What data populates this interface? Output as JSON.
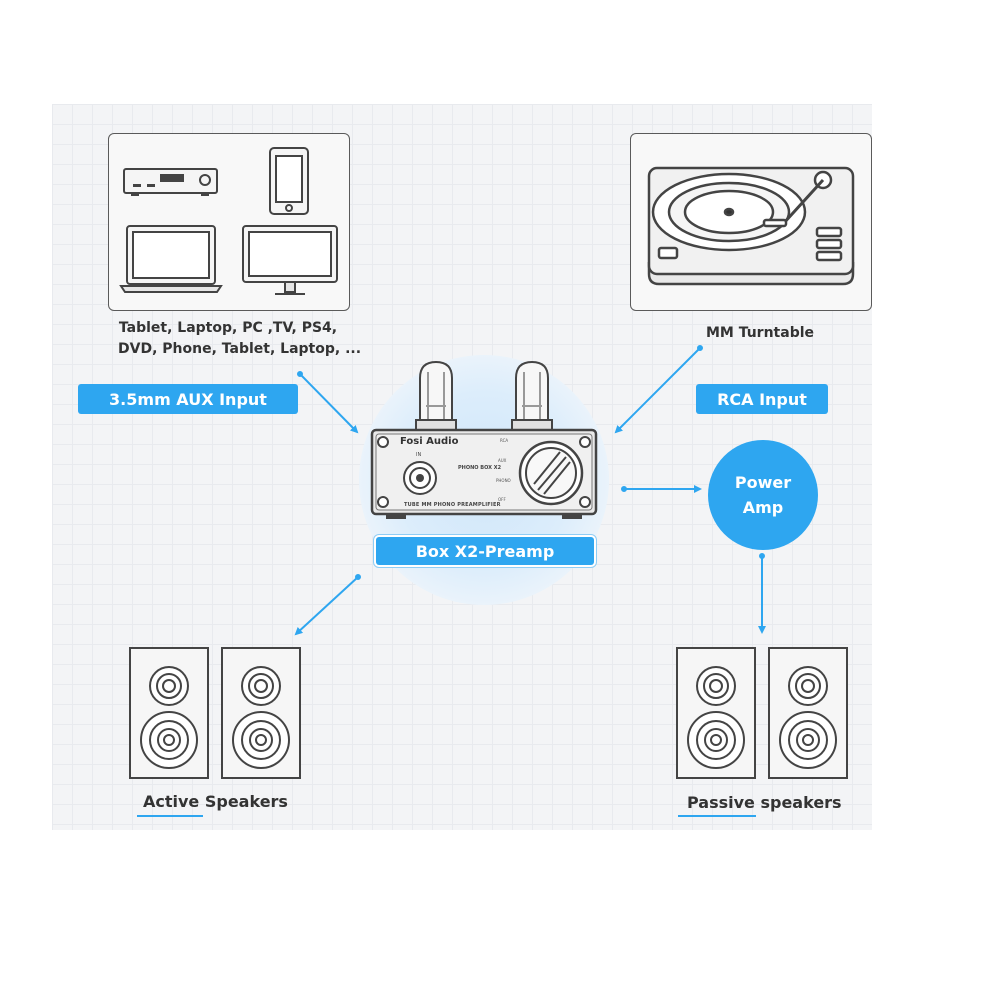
{
  "sources": {
    "caption_line1": "Tablet, Laptop, PC ,TV, PS4,",
    "caption_line2": "DVD, Phone, Tablet, Laptop, ..."
  },
  "turntable": {
    "caption": "MM Turntable"
  },
  "inputs": {
    "aux": "3.5mm AUX Input",
    "rca": "RCA Input"
  },
  "preamp": {
    "label": "Box X2-Preamp",
    "brand": "Fosi Audio",
    "model": "PHONO BOX X2",
    "panel_text": "TUBE MM PHONO PREAMPLIFIER",
    "switch_labels": [
      "RCA",
      "AUX",
      "PHONO",
      "OFF"
    ],
    "jack_label": "IN"
  },
  "power_amp": {
    "line1": "Power",
    "line2": "Amp"
  },
  "speakers": {
    "active": "Active Speakers",
    "passive": "Passive speakers"
  },
  "colors": {
    "accent": "#2ea6f0",
    "glow": "#d6ebfb",
    "outline": "#5a5a5a"
  }
}
